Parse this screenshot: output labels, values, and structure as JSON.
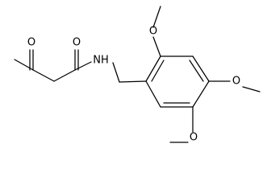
{
  "molecule": {
    "atoms": {
      "ketone_oxygen": "O",
      "amide_oxygen": "O",
      "amide_nitrogen": "NH",
      "methoxy_oxygen_top": "O",
      "methoxy_oxygen_right": "O",
      "methoxy_oxygen_bottom": "O"
    }
  },
  "colors": {
    "bond": "#000000",
    "label": "#000000",
    "background": "#ffffff"
  }
}
